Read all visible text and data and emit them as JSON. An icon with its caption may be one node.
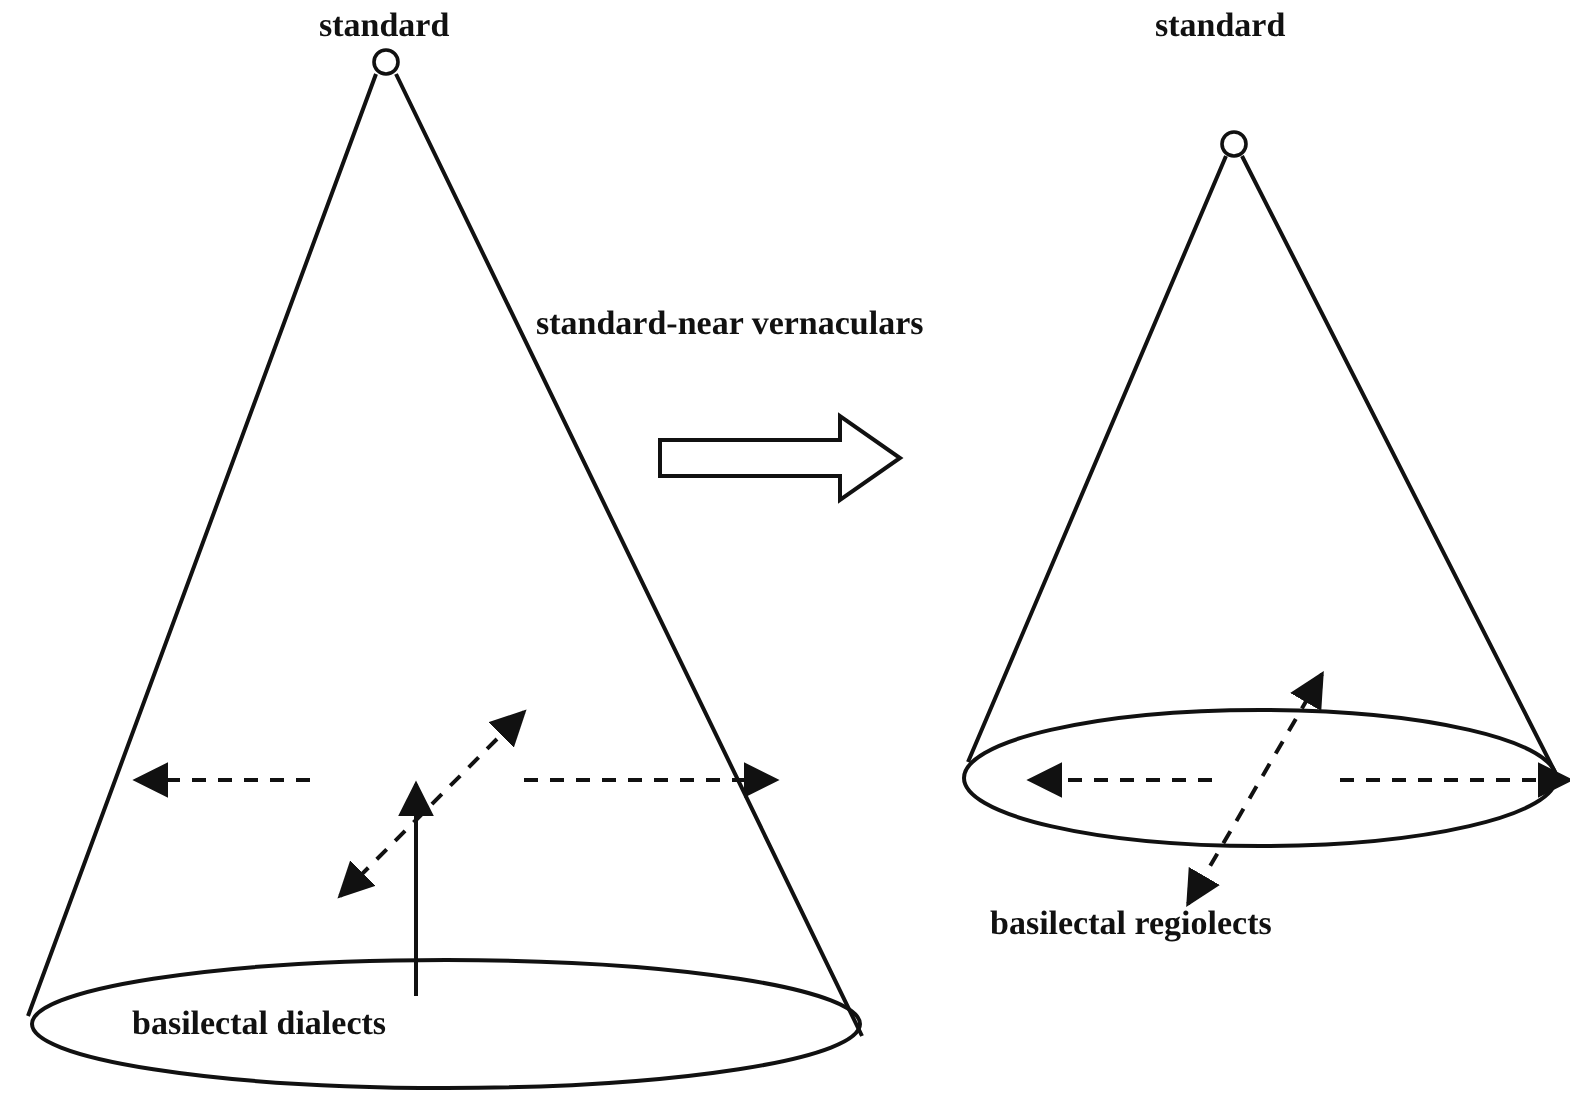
{
  "diagram": {
    "labels": [
      "standard",
      "standard",
      "standard-near vernaculars",
      "basilectal dialects",
      "basilectal regiolects"
    ]
  }
}
